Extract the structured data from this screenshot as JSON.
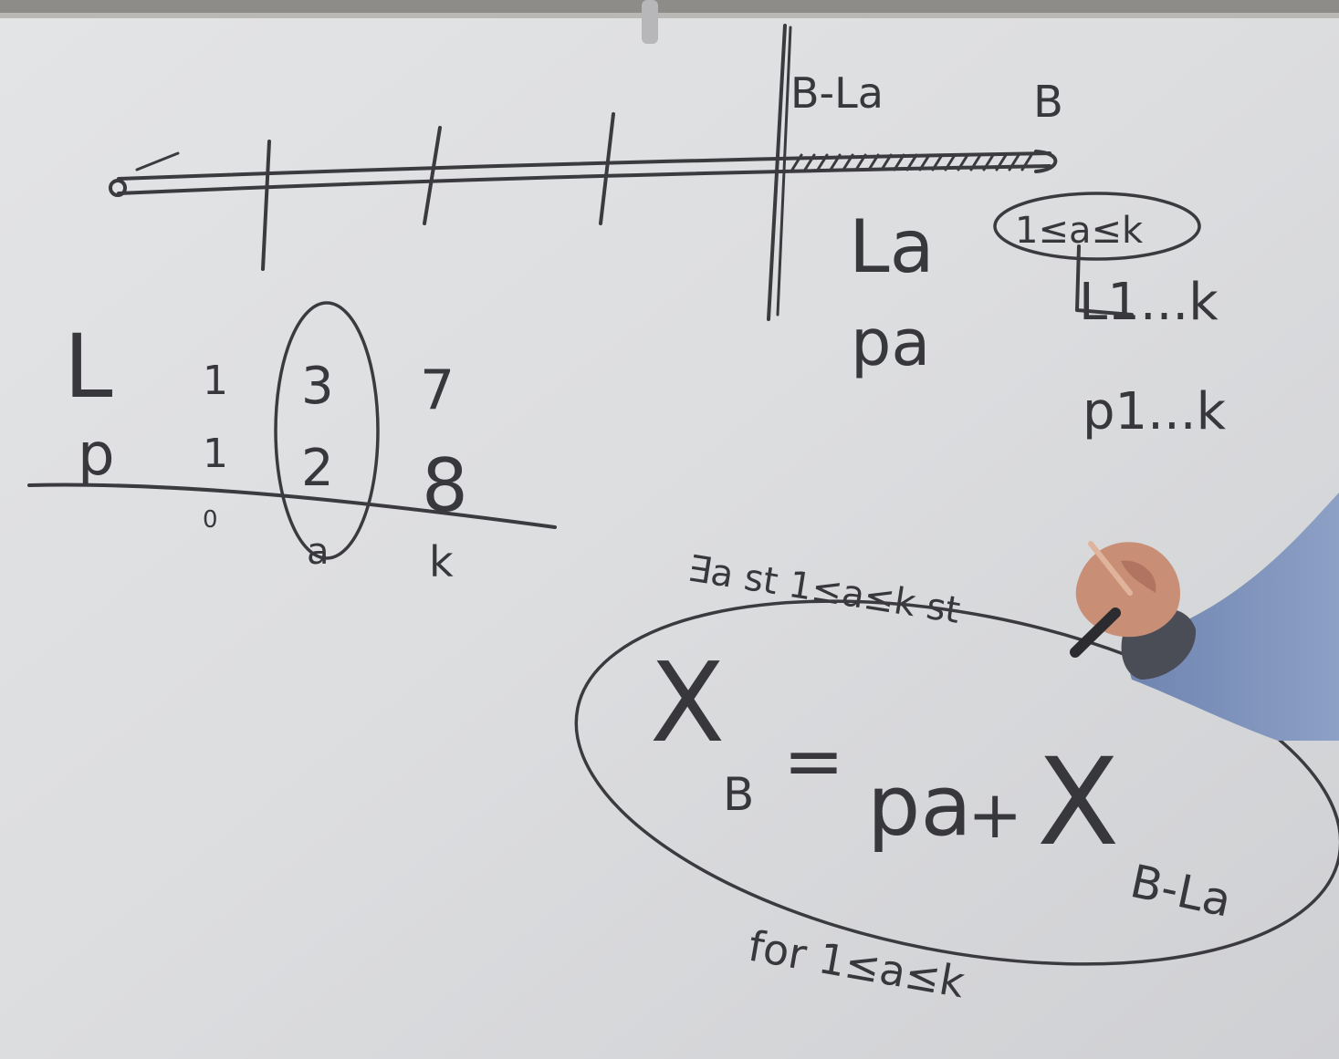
{
  "board": {
    "background_color": "#d8dadd",
    "ink_color": "#3b3b3f"
  },
  "rod": {
    "left_end": "o",
    "segment_label_top": "B-La",
    "end_label": "B",
    "cut_length_label": "La",
    "cut_price_label": "pa",
    "index_range_label": "1≤a≤k",
    "lengths_label": "L1...k",
    "prices_label": "p1...k"
  },
  "table": {
    "row_labels": [
      "L",
      "p"
    ],
    "columns": [
      {
        "L": "1",
        "p": "1",
        "index": "0"
      },
      {
        "L": "3",
        "p": "2",
        "index": "a"
      },
      {
        "L": "7",
        "p": "8",
        "index": "k"
      }
    ]
  },
  "recurrence": {
    "quantifier": "∃a st 1≤a≤k st",
    "lhs_var": "X",
    "lhs_sub": "B",
    "equals": "=",
    "term": "pa",
    "plus": "+",
    "rhs_var": "X",
    "rhs_sub": "B-La",
    "condition": "for 1≤a≤k"
  },
  "person": {
    "sleeve_color": "#7b8fb6",
    "hand_color": "#c98f76"
  }
}
